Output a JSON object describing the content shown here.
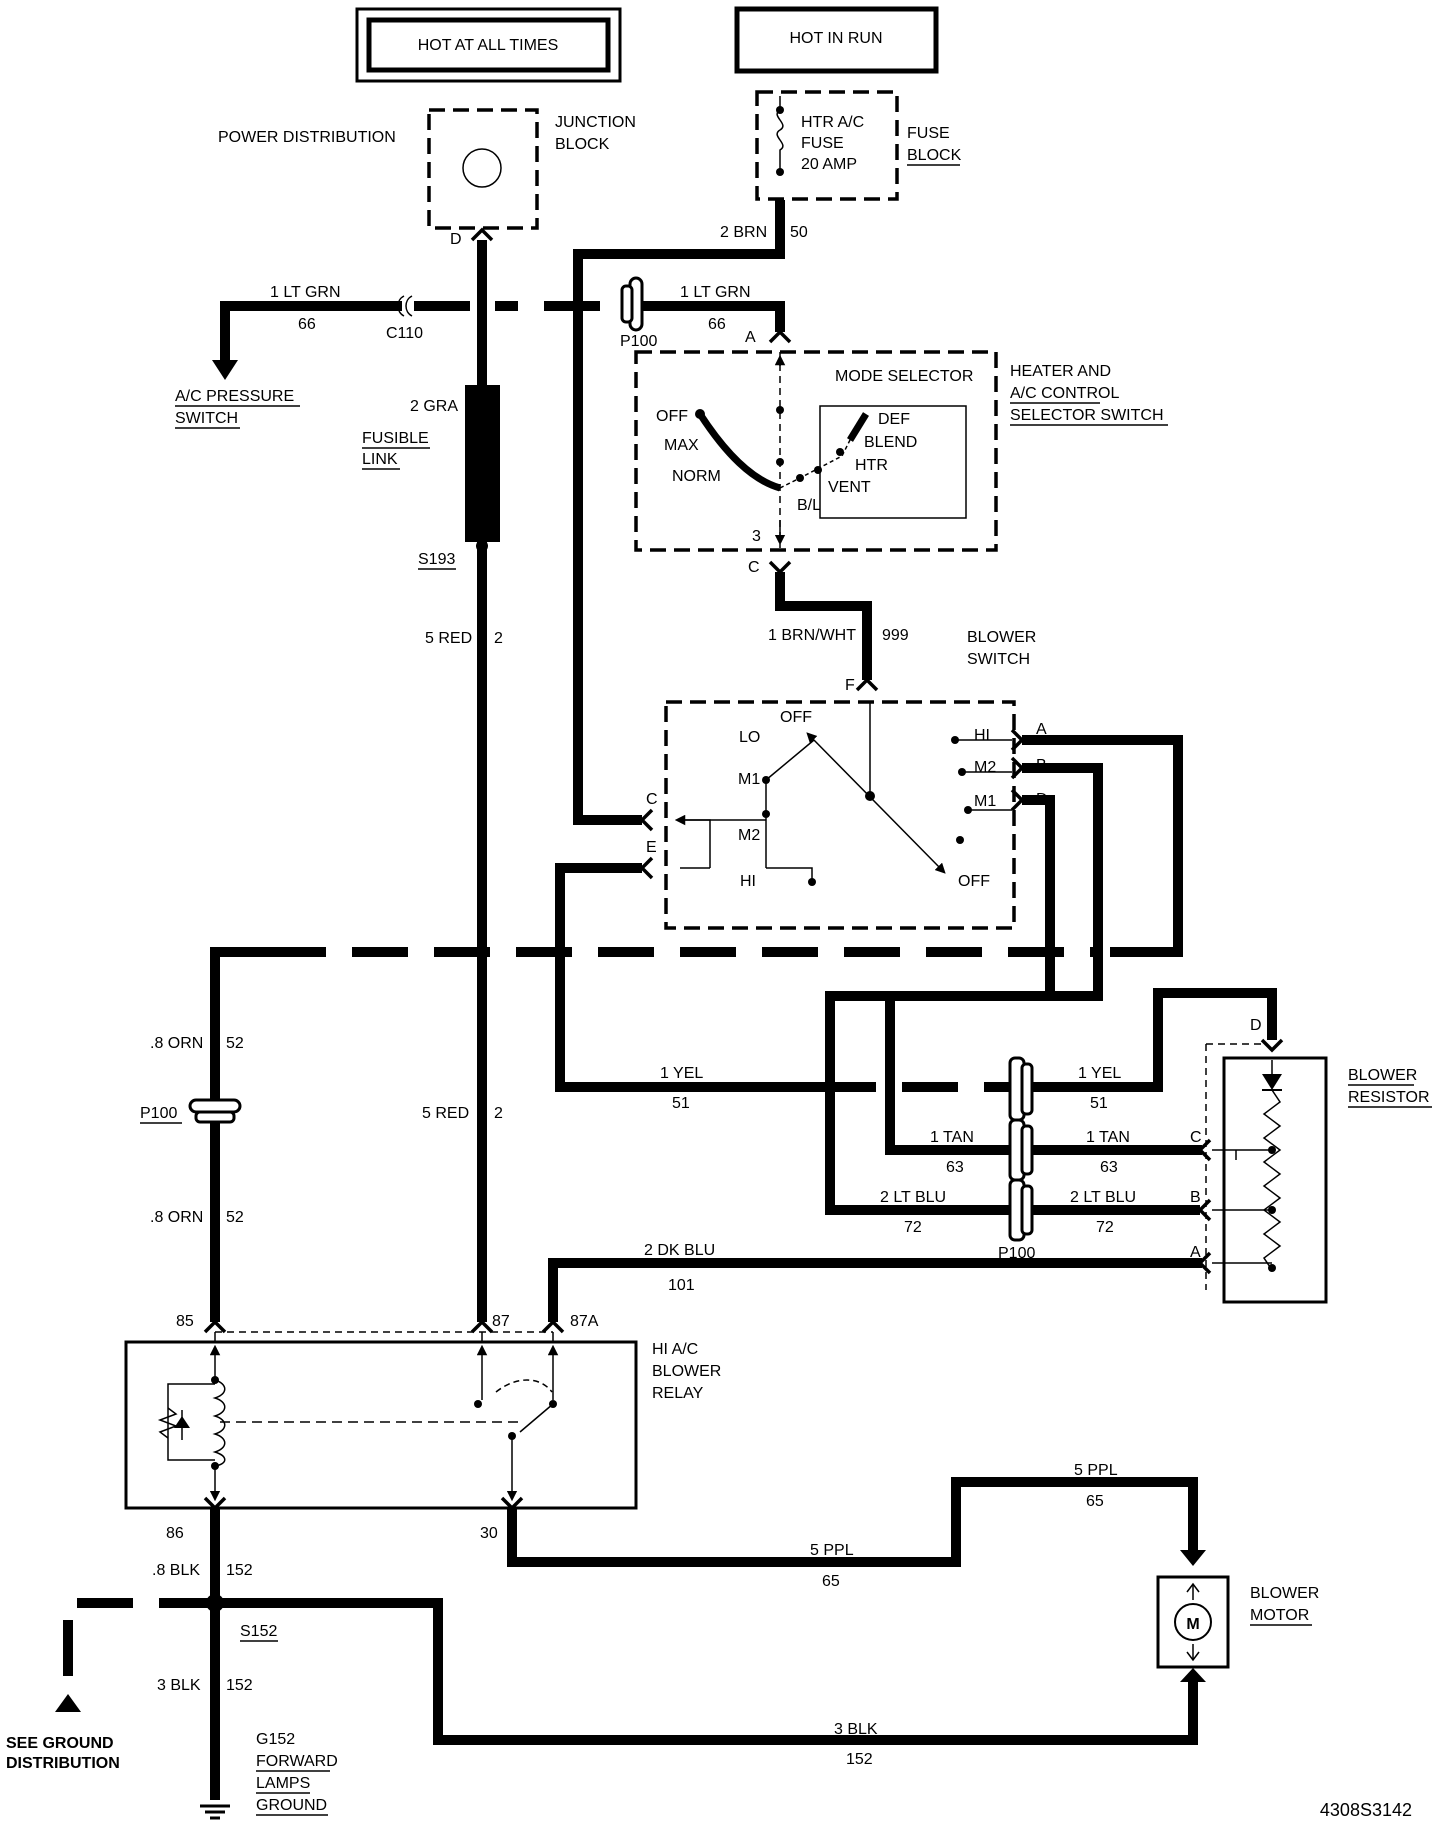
{
  "labels": {
    "hot_at_all_times": "HOT AT ALL TIMES",
    "hot_in_run": "HOT IN RUN",
    "power_distribution": "POWER DISTRIBUTION",
    "junction": "JUNCTION",
    "block": "BLOCK",
    "fuse_l1": "HTR A/C",
    "fuse_l2": "FUSE",
    "fuse_l3": "20 AMP",
    "fuse_block_1": "FUSE",
    "fuse_block_2": "BLOCK",
    "pin_d_jb": "D",
    "w_2brn": "2 BRN",
    "w_50": "50",
    "w_1ltgrn_left": "1 LT GRN",
    "w_66_left": "66",
    "c110": "C110",
    "ac_pressure_1": "A/C PRESSURE",
    "ac_pressure_2": "SWITCH",
    "p100_top": "P100",
    "w_1ltgrn_right": "1 LT GRN",
    "w_66_right": "66",
    "pin_a_mode": "A",
    "mode_selector": "MODE SELECTOR",
    "hvac_1": "HEATER AND",
    "hvac_2": "A/C CONTROL",
    "hvac_3": "SELECTOR SWITCH",
    "off": "OFF",
    "max": "MAX",
    "norm": "NORM",
    "def": "DEF",
    "blend": "BLEND",
    "htr": "HTR",
    "vent": "VENT",
    "bl": "B/L",
    "pin_3": "3",
    "pin_c_mode": "C",
    "w_2gra": "2 GRA",
    "fusible_1": "FUSIBLE",
    "fusible_2": "LINK",
    "s193": "S193",
    "w_5red_upper": "5 RED",
    "w_2_upper": "2",
    "w_1brnwht": "1  BRN/WHT",
    "w_999": "999",
    "blower_switch_1": "BLOWER",
    "blower_switch_2": "SWITCH",
    "pin_f": "F",
    "bs_off_top": "OFF",
    "bs_lo": "LO",
    "bs_m1_left": "M1",
    "bs_m2_left": "M2",
    "bs_hi_left": "HI",
    "bs_hi_right": "HI",
    "bs_m2_right": "M2",
    "bs_m1_right": "M1",
    "bs_off_bottom": "OFF",
    "pin_a_bs": "A",
    "pin_b_bs": "B",
    "pin_d_bs": "D",
    "pin_c_bs": "C",
    "pin_e_bs": "E",
    "w_8orn_upper": ".8 ORN",
    "w_52_upper": "52",
    "p100_left": "P100",
    "w_8orn_lower": ".8 ORN",
    "w_52_lower": "52",
    "w_5red_lower": "5 RED",
    "w_2_lower": "2",
    "w_1yel_left": "1 YEL",
    "w_51_left": "51",
    "w_1yel_right": "1 YEL",
    "w_51_right": "51",
    "w_1tan_left": "1 TAN",
    "w_63_left": "63",
    "w_1tan_right": "1 TAN",
    "w_63_right": "63",
    "w_2ltblu_left": "2 LT BLU",
    "w_72_left": "72",
    "w_2ltblu_right": "2 LT BLU",
    "w_72_right": "72",
    "p100_right": "P100",
    "w_2dkblu": "2 DK BLU",
    "w_101": "101",
    "blower_resistor_1": "BLOWER",
    "blower_resistor_2": "RESISTOR",
    "pin_d_res": "D",
    "pin_c_res": "C",
    "pin_b_res": "B",
    "pin_a_res": "A",
    "pin_85": "85",
    "pin_87": "87",
    "pin_87a": "87A",
    "relay_1": "HI  A/C",
    "relay_2": "BLOWER",
    "relay_3": "RELAY",
    "pin_86": "86",
    "pin_30": "30",
    "w_5ppl_top": "5 PPL",
    "w_65_top": "65",
    "w_5ppl_mid": "5 PPL",
    "w_65_mid": "65",
    "blower_motor_1": "BLOWER",
    "blower_motor_2": "MOTOR",
    "motor_m": "M",
    "w_8blk": ".8 BLK",
    "w_152_a": "152",
    "s152": "S152",
    "w_3blk_left": "3 BLK",
    "w_152_b": "152",
    "see_ground_1": "SEE GROUND",
    "see_ground_2": "DISTRIBUTION",
    "g152": "G152",
    "forward_1": "FORWARD",
    "forward_2": "LAMPS",
    "forward_3": "GROUND",
    "w_3blk_bottom": "3 BLK",
    "w_152_bottom": "152",
    "diagram_id": "4308S3142"
  }
}
